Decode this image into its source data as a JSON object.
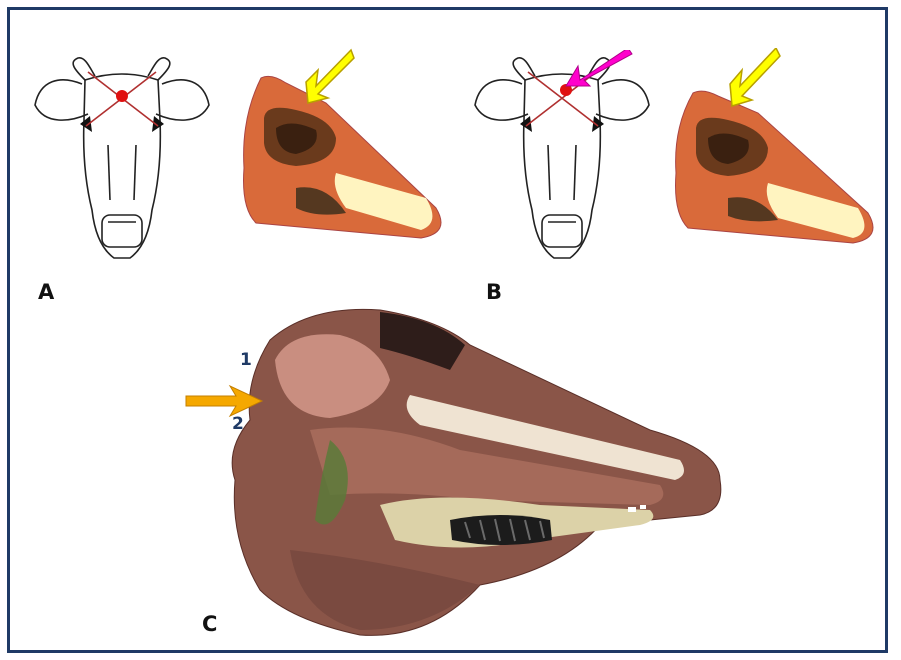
{
  "labels": {
    "a": "A",
    "b": "B",
    "c": "C"
  },
  "markers": {
    "one": "1",
    "two": "2"
  },
  "colors": {
    "border": "#1f3a66",
    "pointer_yellow": "#ffff00",
    "pointer_magenta": "#ff00cc",
    "pointer_orange": "#f5a800",
    "target_dot": "#e01010",
    "cross_lines": "#b03030"
  }
}
